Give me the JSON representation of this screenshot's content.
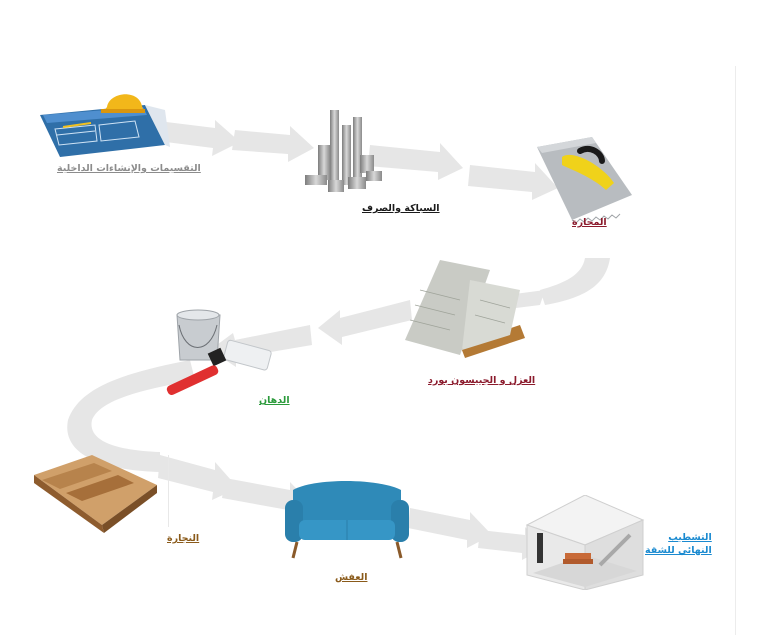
{
  "steps": [
    {
      "label": "التقسيمات والإنشاءات الداخلية",
      "color": "#8c8c8c",
      "icon": "blueprint-helmet-icon"
    },
    {
      "label": "السباكة والصرف",
      "color": "#1a1a1a",
      "icon": "pipes-icon"
    },
    {
      "label": "المحارة",
      "color": "#8b1a2c",
      "icon": "plaster-trowel-icon"
    },
    {
      "label": "العزل و الجبيسون بورد",
      "color": "#8b1a2c",
      "icon": "gypsum-board-icon"
    },
    {
      "label": "الدهان",
      "color": "#2a9a3a",
      "icon": "paint-bucket-roller-icon"
    },
    {
      "label": "النجارة",
      "color": "#8a5a1a",
      "icon": "wood-flooring-icon"
    },
    {
      "label": "العفش",
      "color": "#8a5a1a",
      "icon": "sofa-icon"
    },
    {
      "label": "التشطيب النهائي للشقة",
      "color": "#1a8ad0",
      "icon": "finished-room-icon"
    }
  ],
  "last_label_lines": [
    "التشطيب",
    "النهائي للشقة"
  ]
}
